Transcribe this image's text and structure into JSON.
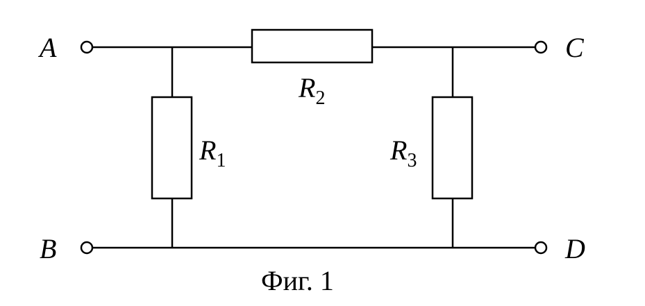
{
  "terminals": {
    "a": "A",
    "b": "B",
    "c": "C",
    "d": "D"
  },
  "resistors": {
    "r1": {
      "letter": "R",
      "index": "1"
    },
    "r2": {
      "letter": "R",
      "index": "2"
    },
    "r3": {
      "letter": "R",
      "index": "3"
    }
  },
  "caption": "Фиг. 1"
}
